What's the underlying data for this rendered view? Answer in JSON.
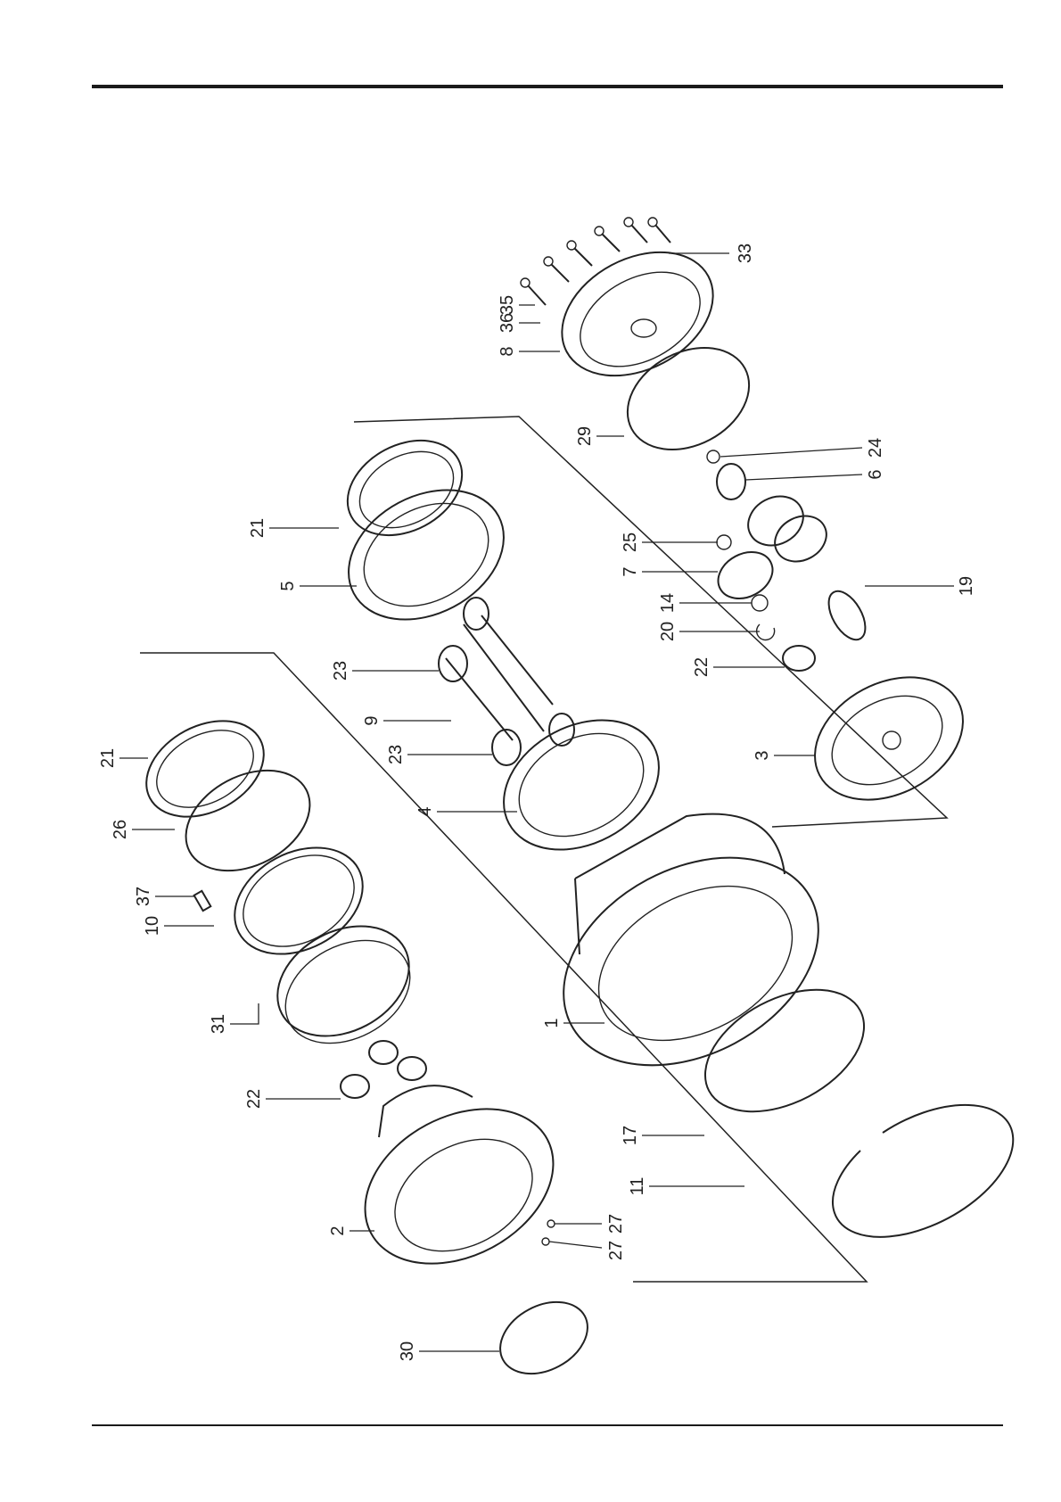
{
  "callouts": [
    {
      "id": "c35",
      "text": "35"
    },
    {
      "id": "c36",
      "text": "36"
    },
    {
      "id": "c8",
      "text": "8"
    },
    {
      "id": "c33",
      "text": "33"
    },
    {
      "id": "c29",
      "text": "29"
    },
    {
      "id": "c24",
      "text": "24"
    },
    {
      "id": "c6",
      "text": "6"
    },
    {
      "id": "c25",
      "text": "25"
    },
    {
      "id": "c7",
      "text": "7"
    },
    {
      "id": "c14",
      "text": "14"
    },
    {
      "id": "c20",
      "text": "20"
    },
    {
      "id": "c22a",
      "text": "22"
    },
    {
      "id": "c19",
      "text": "19"
    },
    {
      "id": "c3",
      "text": "3"
    },
    {
      "id": "c21a",
      "text": "21"
    },
    {
      "id": "c5",
      "text": "5"
    },
    {
      "id": "c23a",
      "text": "23"
    },
    {
      "id": "c9",
      "text": "9"
    },
    {
      "id": "c23b",
      "text": "23"
    },
    {
      "id": "c4",
      "text": "4"
    },
    {
      "id": "c21b",
      "text": "21"
    },
    {
      "id": "c26",
      "text": "26"
    },
    {
      "id": "c37",
      "text": "37"
    },
    {
      "id": "c10",
      "text": "10"
    },
    {
      "id": "c31",
      "text": "31"
    },
    {
      "id": "c22b",
      "text": "22"
    },
    {
      "id": "c1",
      "text": "1"
    },
    {
      "id": "c17",
      "text": "17"
    },
    {
      "id": "c11",
      "text": "11"
    },
    {
      "id": "c2",
      "text": "2"
    },
    {
      "id": "c27a",
      "text": "27"
    },
    {
      "id": "c27b",
      "text": "27"
    },
    {
      "id": "c30",
      "text": "30"
    }
  ]
}
